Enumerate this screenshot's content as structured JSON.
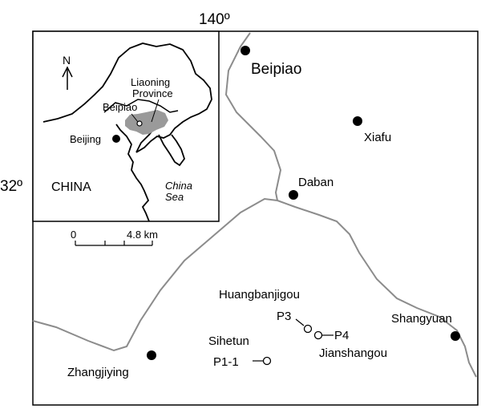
{
  "coordinates": {
    "longitude_label": "140º",
    "latitude_label": "32º"
  },
  "inset": {
    "north_label": "N",
    "province_label_line1": "Liaoning",
    "province_label_line2": "Province",
    "beipiao_label": "Beipiao",
    "beijing_label": "Beijing",
    "country_label": "CHINA",
    "sea_label_line1": "China",
    "sea_label_line2": "Sea"
  },
  "scale_bar": {
    "start_label": "0",
    "end_label": "4.8 km"
  },
  "towns": {
    "beipiao": "Beipiao",
    "xiafu": "Xiafu",
    "daban": "Daban",
    "shangyuan": "Shangyuan",
    "zhangjiying": "Zhangjiying"
  },
  "sites": {
    "huangbanjigou": "Huangbanjigou",
    "p3": "P3",
    "p4": "P4",
    "jianshangou": "Jianshangou",
    "sihetun": "Sihetun",
    "p1": "P1-1"
  },
  "colors": {
    "road": "#8c8c8c",
    "province_fill": "#9a9a9a",
    "ink": "#000000"
  }
}
